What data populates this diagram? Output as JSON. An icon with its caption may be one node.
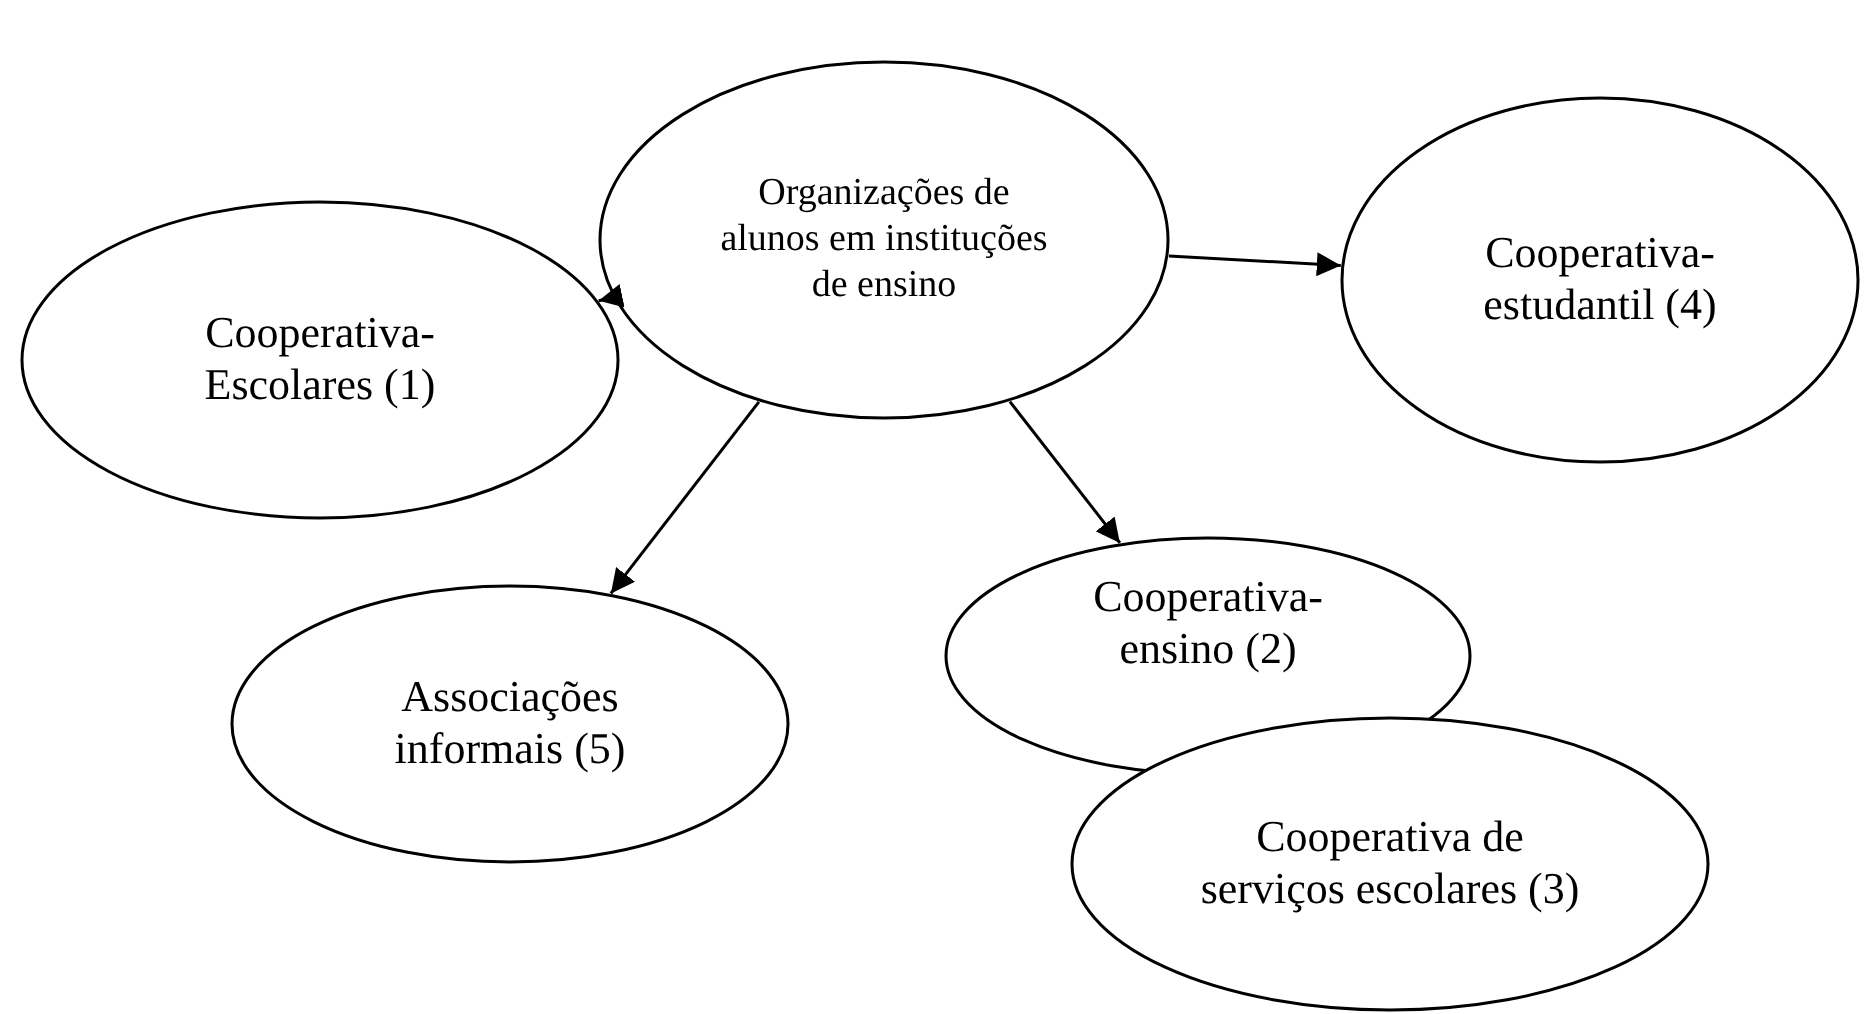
{
  "diagram": {
    "nodes": [
      {
        "text": [
          "Organizações de alunos em instituções de ensino"
        ]
      },
      {
        "text": [
          "Cooperativa-Escolares (1)"
        ]
      },
      {
        "text": [
          "Cooperativa-estudantil (4)"
        ]
      },
      {
        "text": [
          "Associações informais (5)"
        ]
      },
      {
        "text": [
          "Cooperativa-ensino (2)"
        ]
      },
      {
        "text": [
          "Cooperativa de serviços escolares (3)"
        ]
      }
    ],
    "edges": [
      {
        "from": 0,
        "to": 1,
        "arrow": "to"
      },
      {
        "from": 0,
        "to": 2,
        "arrow": "to"
      },
      {
        "from": 0,
        "to": 3,
        "arrow": "to"
      },
      {
        "from": 0,
        "to": 4,
        "arrow": "to"
      }
    ]
  }
}
